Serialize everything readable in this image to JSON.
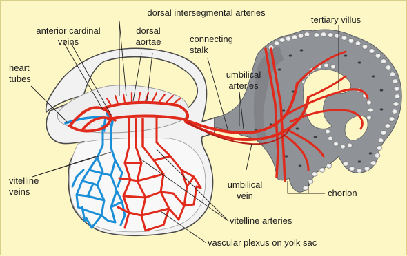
{
  "labels": {
    "dorsal_intersegmental": "dorsal intersegmental arteries",
    "anterior_cardinal_1": "anterior cardinal",
    "anterior_cardinal_2": "veins",
    "dorsal_aortae_1": "dorsal",
    "dorsal_aortae_2": "aortae",
    "connecting_stalk_1": "connecting",
    "connecting_stalk_2": "stalk",
    "tertiary_villus": "tertiary villus",
    "heart_tubes_1": "heart",
    "heart_tubes_2": "tubes",
    "umbilical_arteries_1": "umbilical",
    "umbilical_arteries_2": "arteries",
    "vitelline_veins_1": "vitelline",
    "vitelline_veins_2": "veins",
    "umbilical_vein_1": "umbilical",
    "umbilical_vein_2": "vein",
    "chorion": "chorion",
    "vitelline_arteries": "vitelline arteries",
    "vascular_plexus": "vascular plexus on yolk sac"
  },
  "colors": {
    "background": "#fdf7c6",
    "artery": "#e02a1b",
    "vein": "#1a8fd8",
    "chorion_tissue": "#8f9296",
    "chorion_dark": "#6d7075",
    "embryo_outline": "#4a4a4a",
    "embryo_fill": "#f1f1f1"
  }
}
